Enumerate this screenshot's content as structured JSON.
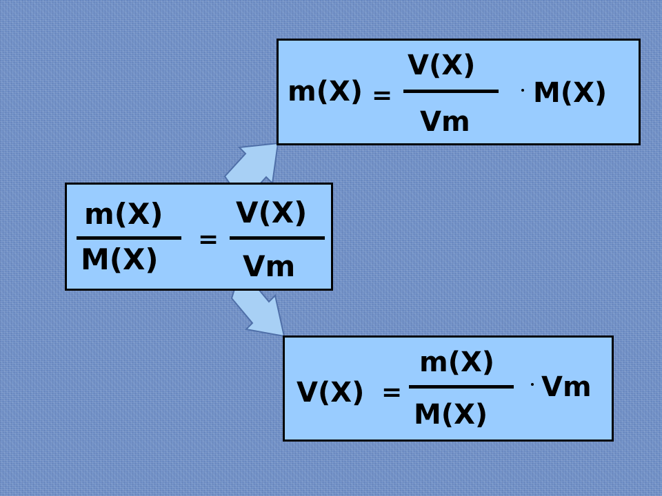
{
  "formula_top": {
    "lhs": "m(X)",
    "equals": "=",
    "numerator": "V(X)",
    "denominator": "Vm",
    "multiplier": "M(X)"
  },
  "formula_middle": {
    "left_numerator": "m(X)",
    "left_denominator": "M(X)",
    "equals": "=",
    "right_numerator": "V(X)",
    "right_denominator": "Vm"
  },
  "formula_bottom": {
    "lhs": "V(X)",
    "equals": "=",
    "numerator": "m(X)",
    "denominator": "M(X)",
    "multiplier": "Vm"
  },
  "colors": {
    "box_fill": "#99ccff",
    "arrow_fill": "#a8d0f5",
    "background": "#6f8fc6"
  }
}
